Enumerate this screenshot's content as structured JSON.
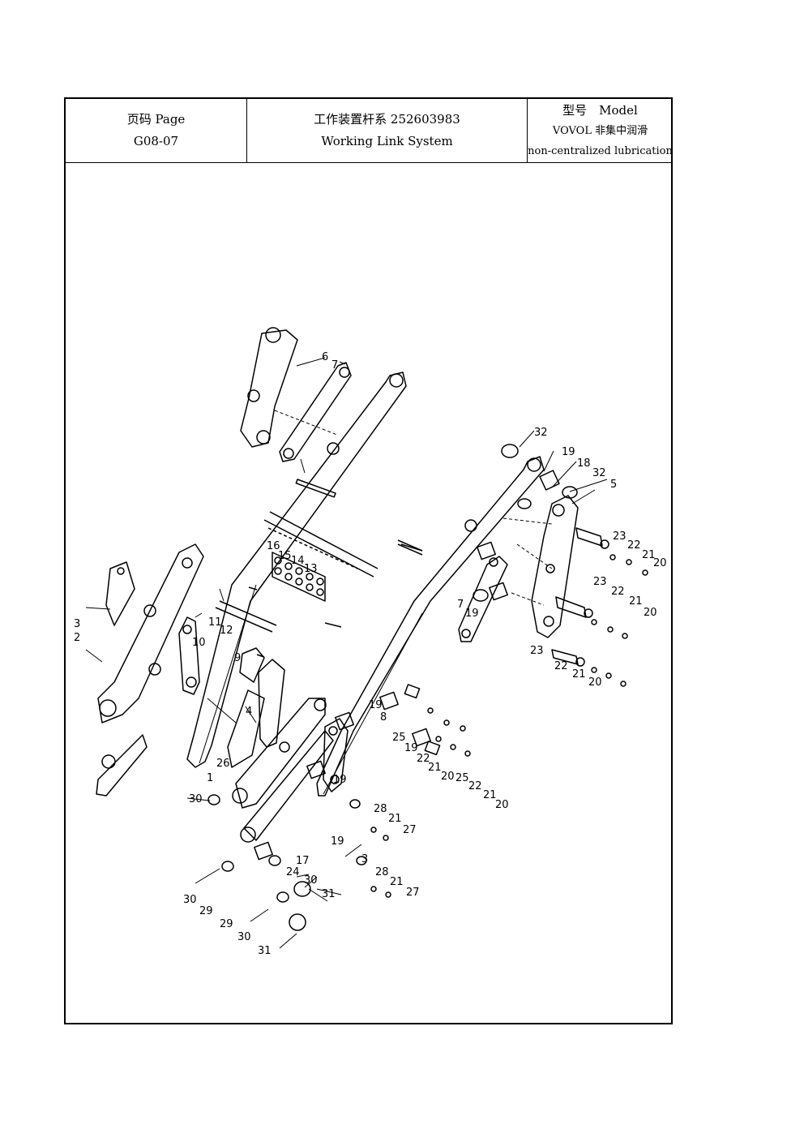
{
  "header": {
    "page_label": "页码 Page",
    "page_code": "G08-07",
    "title_cn": "工作装置杆系 252603983",
    "title_en": "Working Link System",
    "model_label": "型号　Model",
    "model_name": "VOVOL 非集中润滑",
    "model_note": "non-centralized lubrication"
  },
  "callouts": {
    "c1": "1",
    "c2": "2",
    "c3": "3",
    "c4": "4",
    "c5": "5",
    "c6": "6",
    "c7": "7",
    "c8": "8",
    "c9": "9",
    "c10": "10",
    "c11": "11",
    "c12": "12",
    "c13": "13",
    "c14": "14",
    "c15": "15",
    "c16": "16",
    "c17": "17",
    "c18": "18",
    "c19": "19",
    "c20": "20",
    "c21": "21",
    "c22": "22",
    "c23": "23",
    "c24": "24",
    "c25": "25",
    "c26": "26",
    "c27": "27",
    "c28": "28",
    "c29": "29",
    "c30": "30",
    "c31": "31",
    "c32": "32"
  }
}
